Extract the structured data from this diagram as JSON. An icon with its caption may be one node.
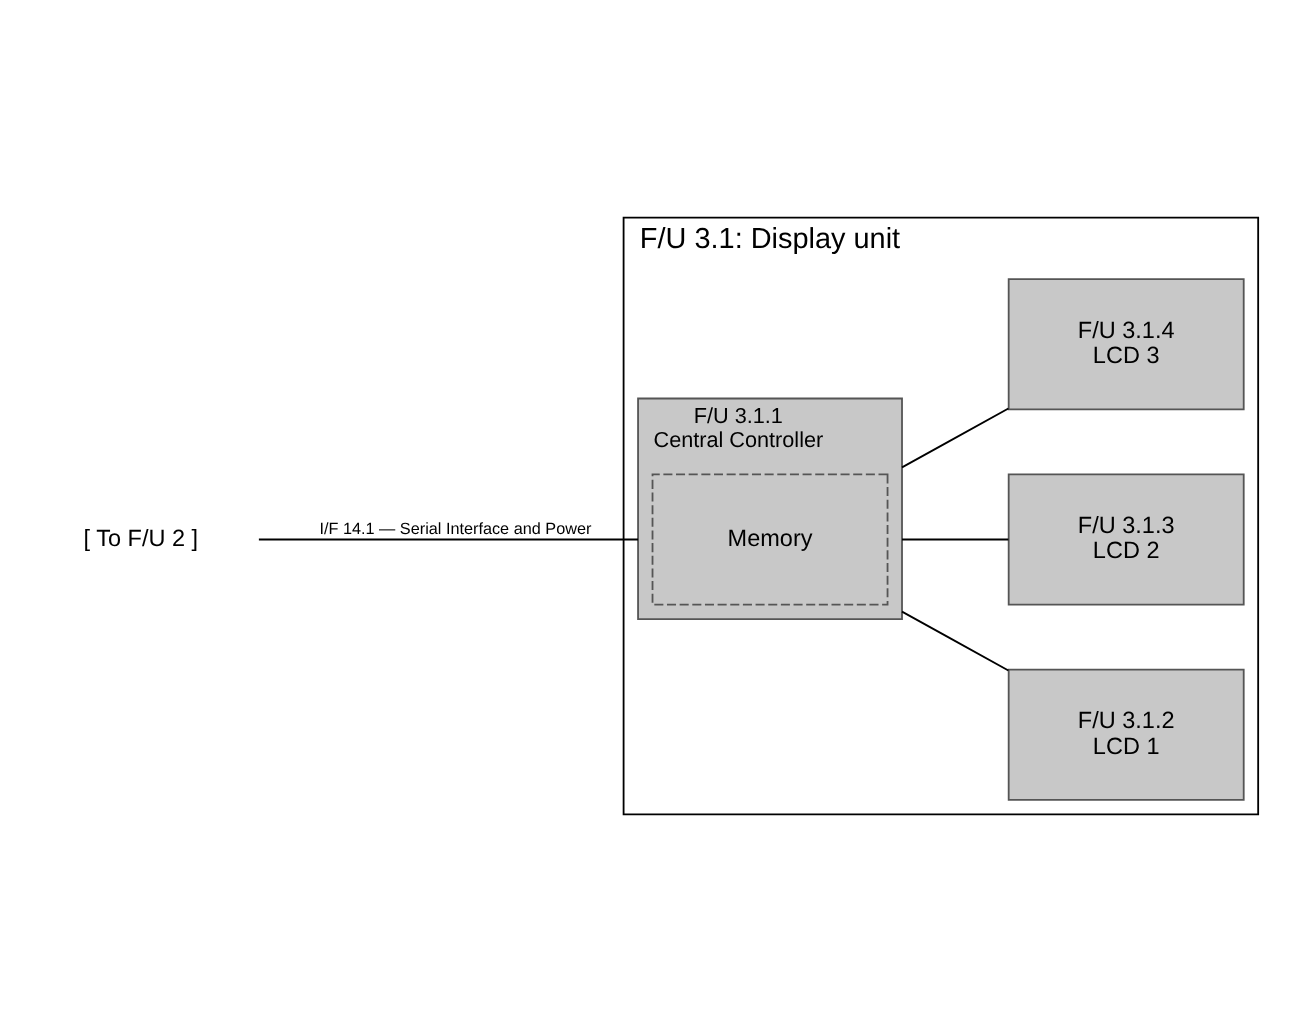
{
  "diagram": {
    "nodes": [
      {
        "text": [
          "F/U 3.1: Display unit"
        ]
      },
      {
        "text": [
          "[ To F/U 2 ]"
        ]
      },
      {
        "text": [
          "F/U 3.1.1",
          "Central Controller"
        ],
        "in": 0
      },
      {
        "text": [
          "Memory"
        ],
        "in": 2
      },
      {
        "text": [
          "F/U 3.1.2",
          "LCD 1"
        ],
        "in": 0
      },
      {
        "text": [
          "F/U 3.1.3",
          "LCD 2"
        ],
        "in": 0
      },
      {
        "text": [
          "F/U 3.1.4",
          "LCD 3"
        ],
        "in": 0
      }
    ],
    "edges": [
      {
        "from": 1,
        "to": 2,
        "arrow": "none",
        "label": "I/F 14.1 — Serial Interface and Power"
      },
      {
        "from": 2,
        "to": 4,
        "arrow": "none"
      },
      {
        "from": 2,
        "to": 5,
        "arrow": "none"
      },
      {
        "from": 2,
        "to": 6,
        "arrow": "none"
      }
    ]
  }
}
